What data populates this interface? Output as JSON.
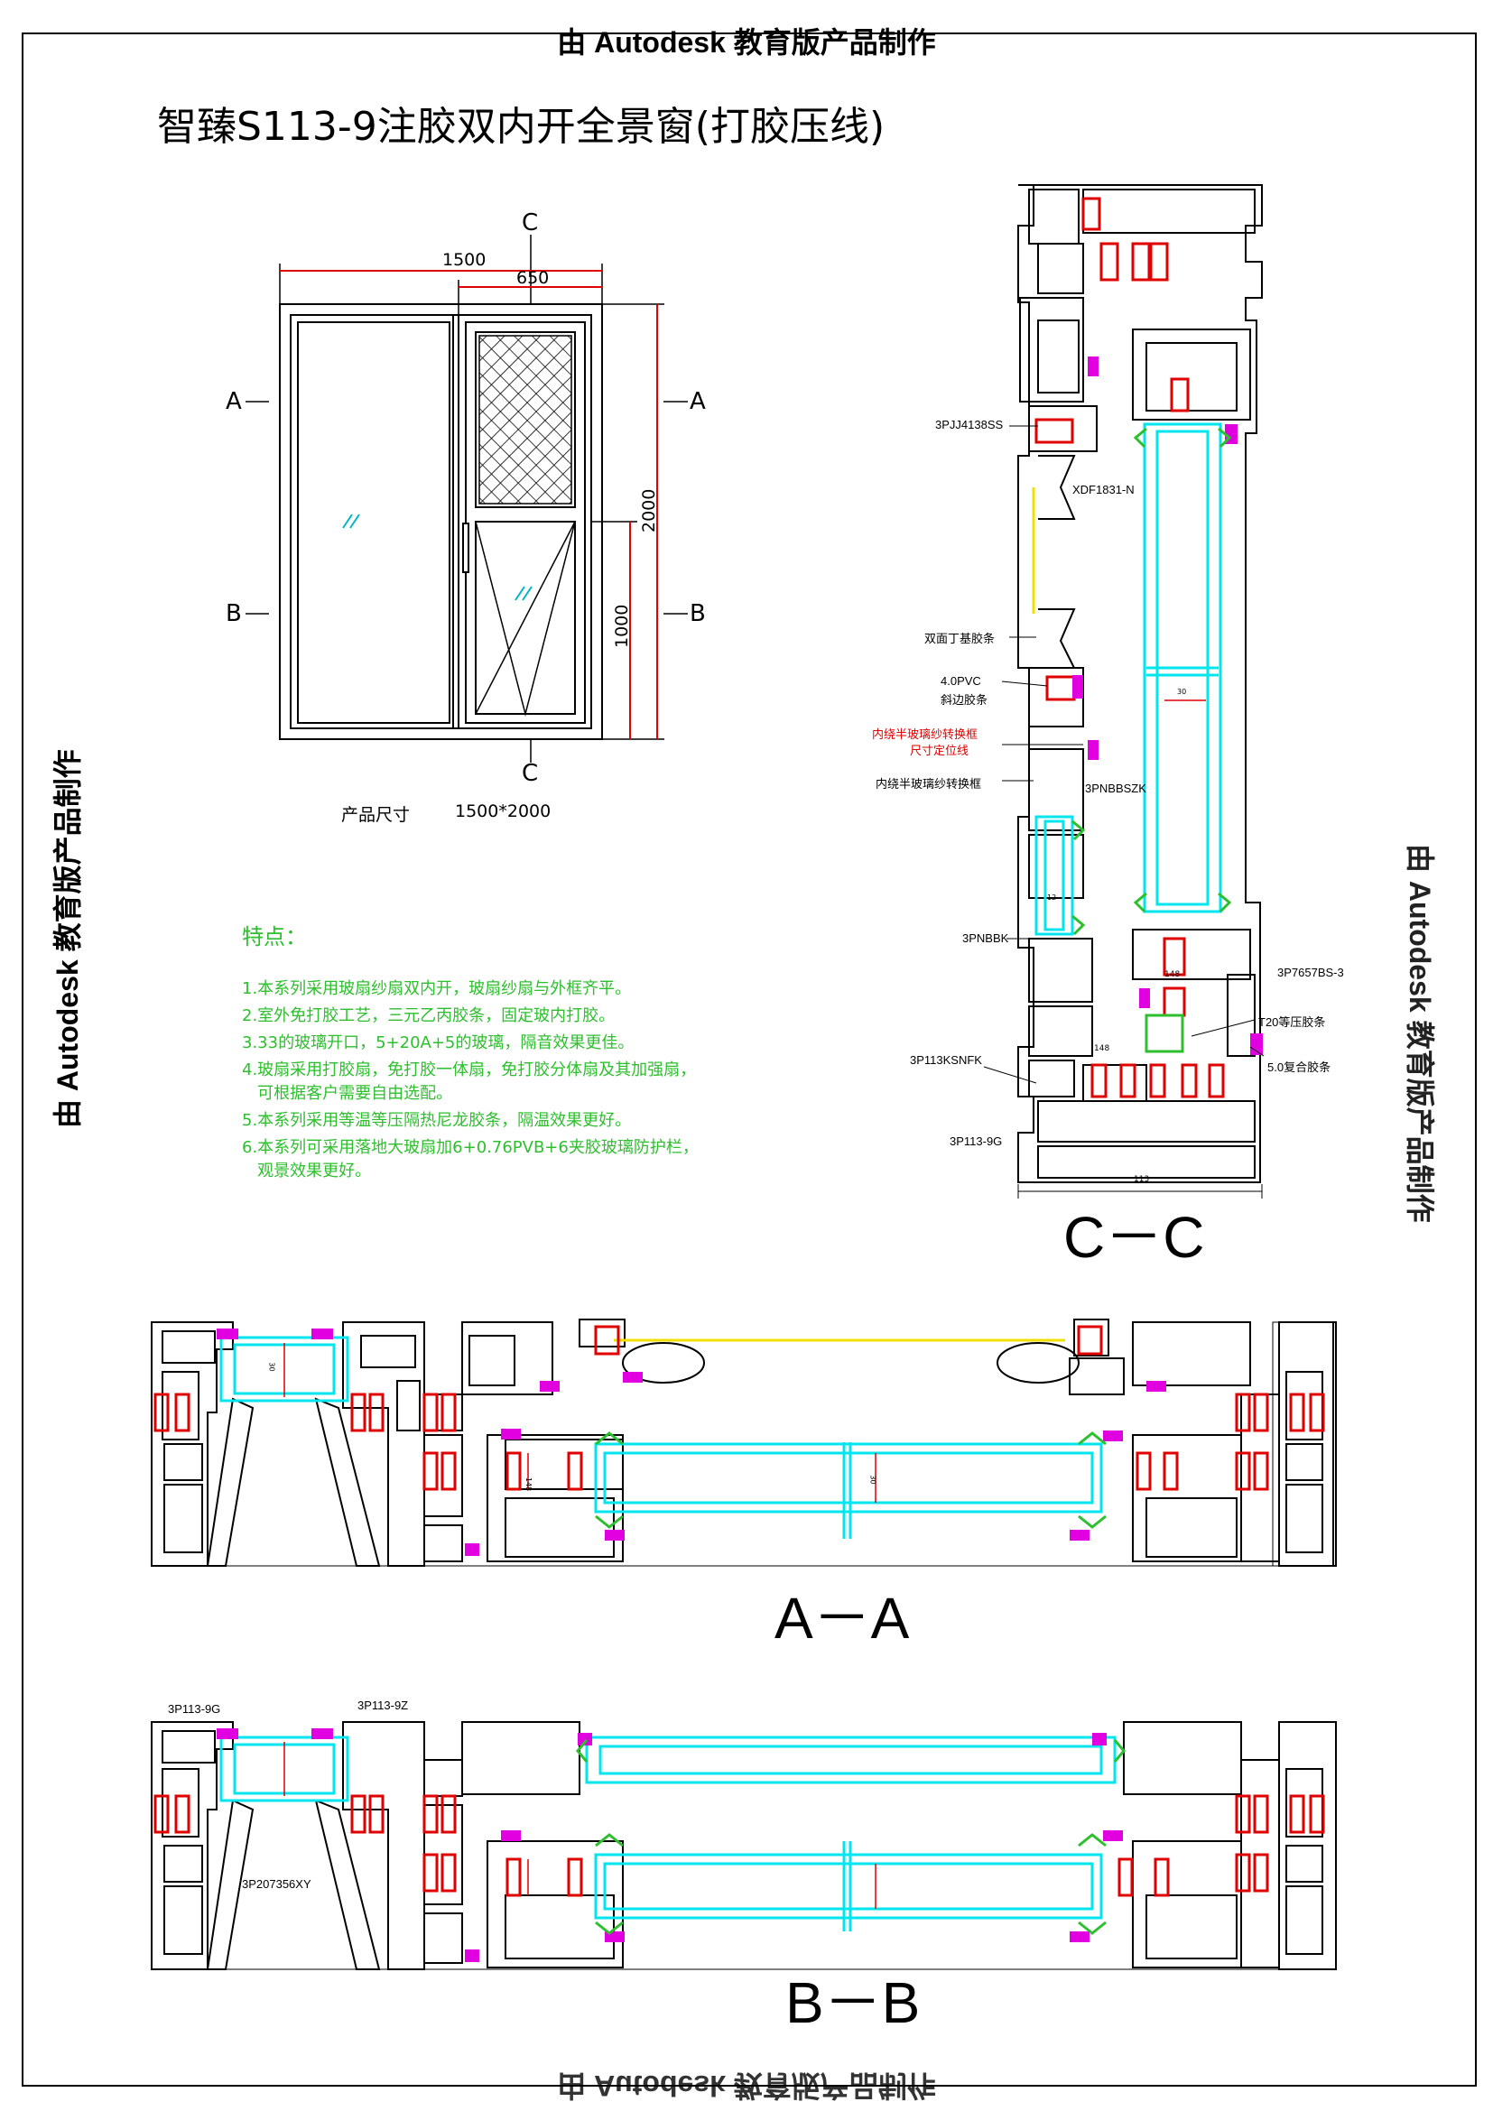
{
  "watermark": "由 Autodesk 教育版产品制作",
  "title": "智臻S113-9注胶双内开全景窗(打胶压线)",
  "elevation": {
    "cut_c_top": "C",
    "cut_c_bottom": "C",
    "cut_a_left": "A",
    "cut_a_right": "A",
    "cut_b_left": "B",
    "cut_b_right": "B",
    "dim_width": "1500",
    "dim_sash_width": "650",
    "dim_height": "2000",
    "dim_lower_height": "1000",
    "glass_mark": "//",
    "size_label": "产品尺寸",
    "size_value": "1500*2000"
  },
  "features": {
    "heading": "特点：",
    "items": [
      "1.本系列采用玻扇纱扇双内开，玻扇纱扇与外框齐平。",
      "2.室外免打胶工艺，三元乙丙胶条，固定玻内打胶。",
      "3.33的玻璃开口，5+20A+5的玻璃，隔音效果更佳。",
      "4.玻扇采用打胶扇，免打胶一体扇，免打胶分体扇及其加强扇，\n   可根据客户需要自由选配。",
      "5.本系列采用等温等压隔热尼龙胶条，隔温效果更好。",
      "6.本系列可采用落地大玻扇加6+0.76PVB+6夹胶玻璃防护栏，\n   观景效果更好。"
    ]
  },
  "section_cc": {
    "label": "C－C",
    "parts": {
      "p1": "3PJJ4138SS",
      "p2": "XDF1831-N",
      "p3": "双面丁基胶条",
      "p4a": "4.0PVC",
      "p4b": "斜边胶条",
      "p5a": "内绕半玻璃纱转换框",
      "p5b": "尺寸定位线",
      "p6": "内绕半玻璃纱转换框",
      "p7": "3PNBBSZK",
      "p8": "3PNBBK",
      "p9": "3P7657BS-3",
      "p10": "T20等压胶条",
      "p11": "3P113KSNFK",
      "p12": "5.0复合胶条",
      "p13": "3P113-9G",
      "d1": "30",
      "d2": "12",
      "d3": "148",
      "d4": "148",
      "d5": "113"
    }
  },
  "section_aa": {
    "label": "A－A",
    "d1": "30",
    "d2": "148",
    "d3": "30"
  },
  "section_bb": {
    "label": "B－B",
    "p1": "3P113-9G",
    "p2": "3P113-9Z",
    "p3": "3P207356XY"
  },
  "colors": {
    "profile": "#000000",
    "glass": "#00e5ee",
    "thermal_strip": "#e00000",
    "gasket": "#e000e0",
    "seal": "#2dbf2d",
    "glass_line": "#f0e000",
    "feature_text": "#2dbf2d"
  }
}
